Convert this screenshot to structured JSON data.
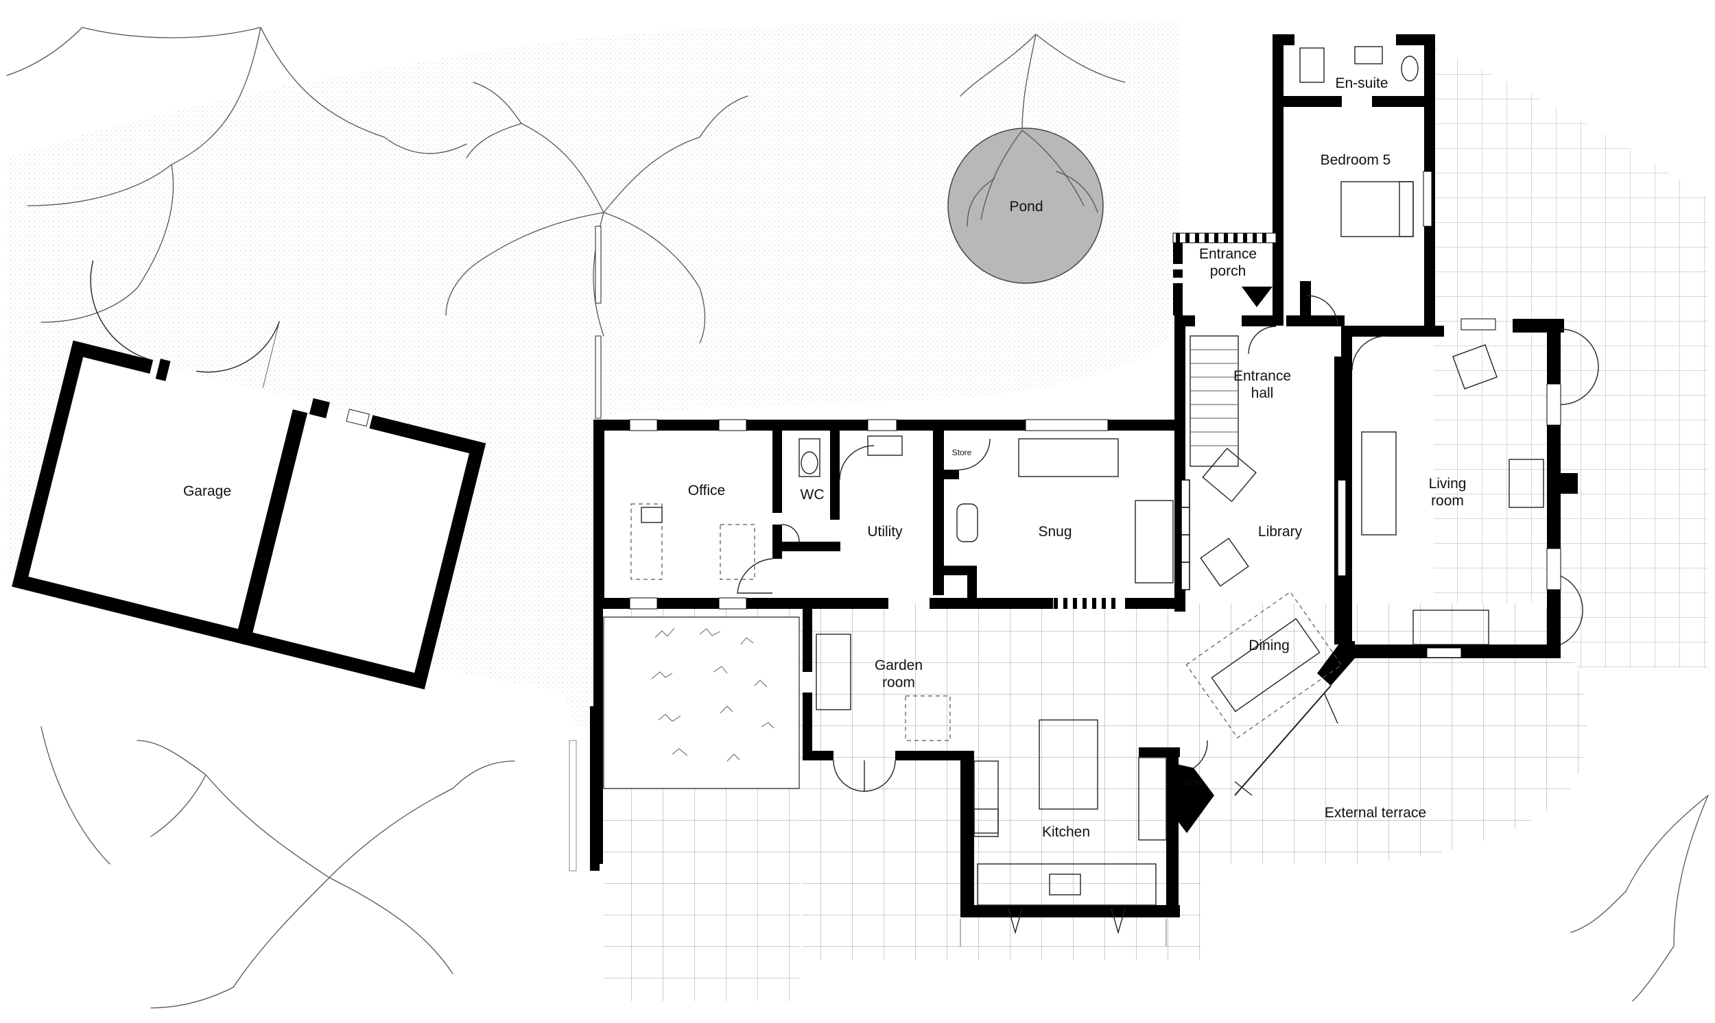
{
  "rooms": {
    "garage": "Garage",
    "office": "Office",
    "wc": "WC",
    "utility": "Utility",
    "store_snug": "Store",
    "snug": "Snug",
    "pond": "Pond",
    "entrance_porch_1": "Entrance",
    "entrance_porch_2": "porch",
    "entrance_hall_1": "Entrance",
    "entrance_hall_2": "hall",
    "ensuite": "En-suite",
    "bedroom5": "Bedroom 5",
    "library": "Library",
    "living_room_1": "Living",
    "living_room_2": "room",
    "dining": "Dining",
    "garden_room_1": "Garden",
    "garden_room_2": "room",
    "kitchen": "Kitchen",
    "store_kitchen": "Store",
    "external_terrace": "External terrace"
  },
  "colors": {
    "wall": "#000000",
    "pond": "#b8b8b8",
    "stipple": "#dedede",
    "grid": "#9a9a9a"
  }
}
